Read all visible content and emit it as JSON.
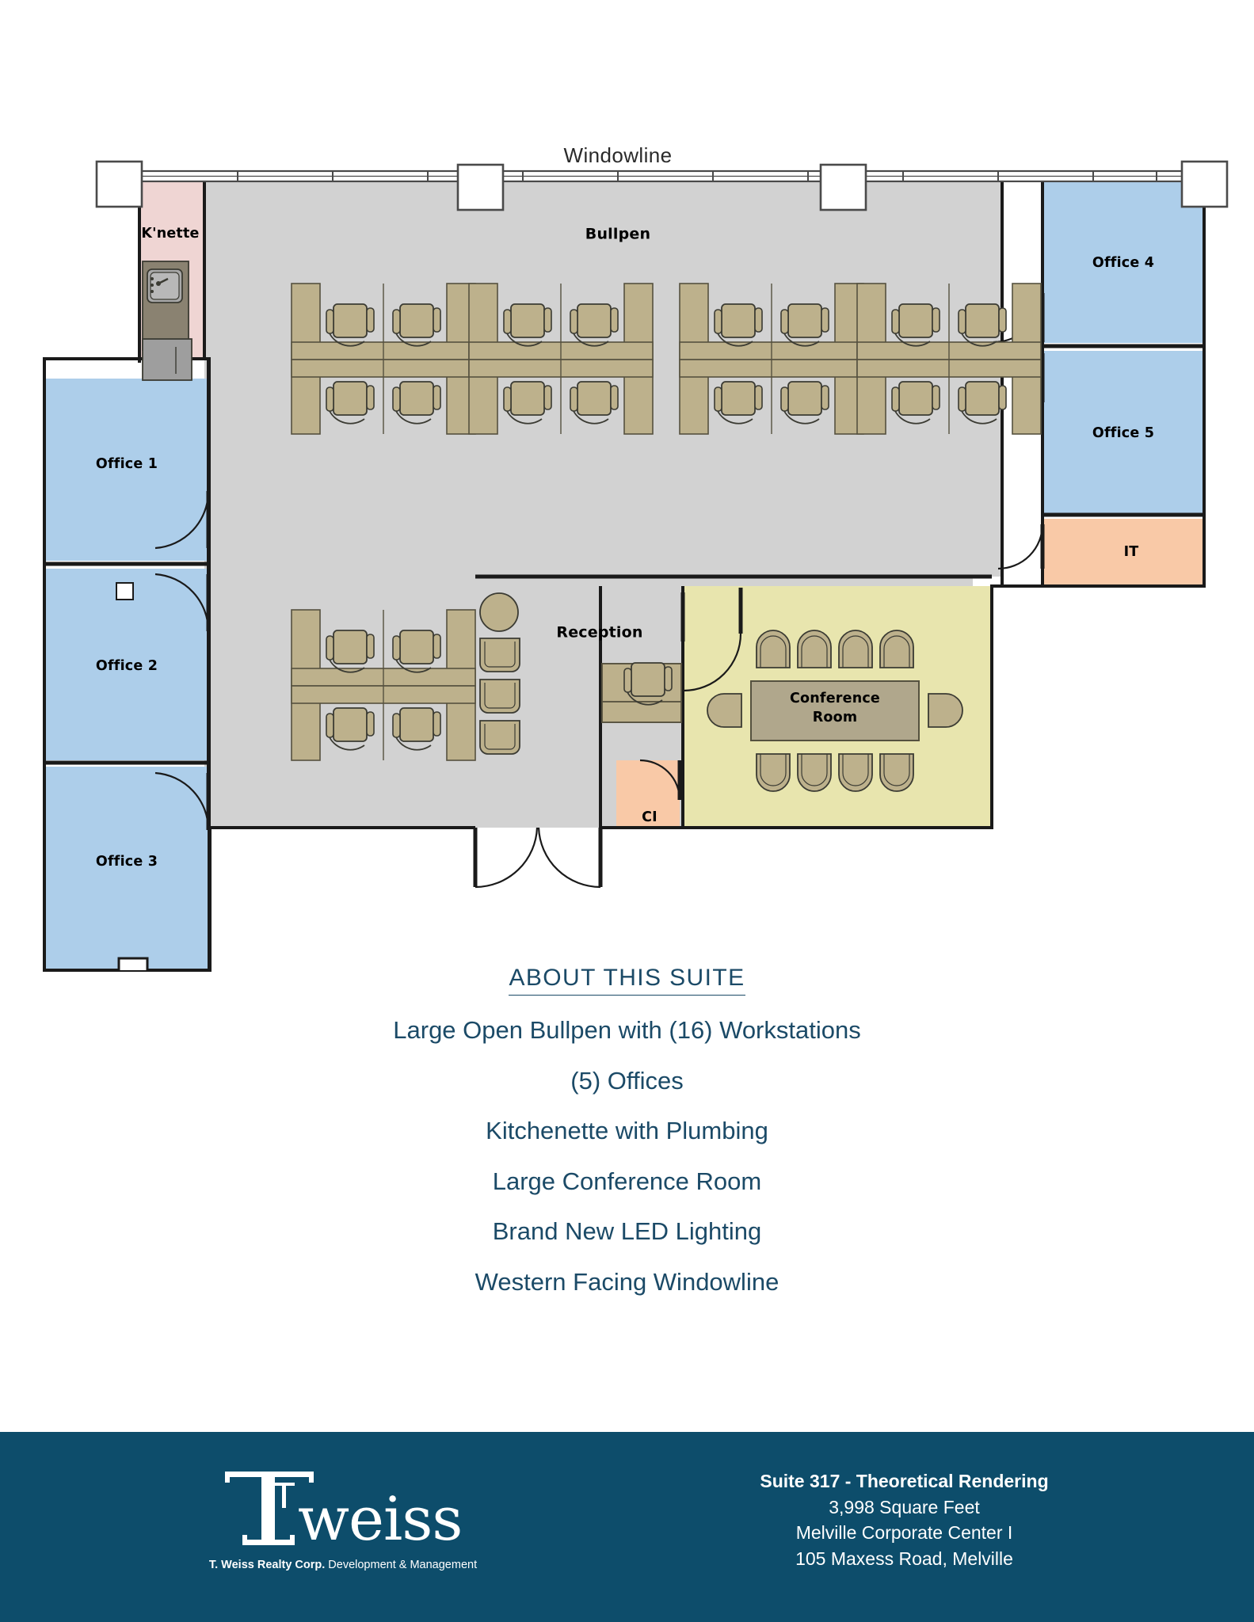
{
  "floorplan": {
    "windowline_label": "Windowline",
    "rooms": [
      {
        "key": "knette",
        "label": "K'nette",
        "color": "#efd5d3"
      },
      {
        "key": "bullpen",
        "label": "Bullpen",
        "color": "#d2d2d2"
      },
      {
        "key": "office4",
        "label": "Office 4",
        "color": "#adceea"
      },
      {
        "key": "office5",
        "label": "Office 5",
        "color": "#adceea"
      },
      {
        "key": "it",
        "label": "IT",
        "color": "#f9c9a7"
      },
      {
        "key": "office1",
        "label": "Office 1",
        "color": "#adceea"
      },
      {
        "key": "office2",
        "label": "Office 2",
        "color": "#adceea"
      },
      {
        "key": "office3",
        "label": "Office 3",
        "color": "#adceea"
      },
      {
        "key": "reception",
        "label": "Reception",
        "color": "#d2d2d2"
      },
      {
        "key": "conference",
        "label": "Conference\nRoom",
        "color": "#e8e5ae"
      },
      {
        "key": "ci",
        "label": "CI",
        "color": "#f9c9a7"
      }
    ],
    "labels": {
      "knette": "K'nette",
      "bullpen": "Bullpen",
      "office4": "Office 4",
      "office5": "Office 5",
      "it": "IT",
      "office1": "Office 1",
      "office2": "Office 2",
      "office3": "Office 3",
      "reception": "Reception",
      "conference_line1": "Conference",
      "conference_line2": "Room",
      "ci": "CI"
    },
    "colors": {
      "office_blue": "#adceea",
      "common_gray": "#d2d2d2",
      "kitchenette_pink": "#efd5d3",
      "conference_yellow": "#e8e5ae",
      "utility_peach": "#f9c9a7",
      "furniture_tan": "#bdb18c",
      "wall_black": "#1a1a1a"
    }
  },
  "about": {
    "heading": "ABOUT THIS SUITE",
    "lines": [
      "Large Open Bullpen with (16) Workstations",
      "(5) Offices",
      "Kitchenette with Plumbing",
      "Large Conference Room",
      "Brand New LED Lighting",
      "Western Facing Windowline"
    ]
  },
  "footer": {
    "brand_name": "T·Weiss",
    "tagline_bold": "T. Weiss Realty Corp.",
    "tagline_light": "Development & Management",
    "info_lines": [
      "Suite 317 -  Theoretical Rendering",
      "3,998 Square Feet",
      "Melville Corporate Center I",
      "105 Maxess Road, Melville"
    ],
    "background_color": "#0d4d6b"
  }
}
